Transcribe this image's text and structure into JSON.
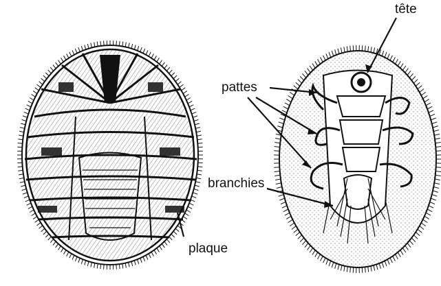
{
  "labels": {
    "head": "tête",
    "legs": "pattes",
    "gills": "branchies",
    "plate": "plaque"
  },
  "colors": {
    "ink": "#111111",
    "background": "#ffffff"
  }
}
